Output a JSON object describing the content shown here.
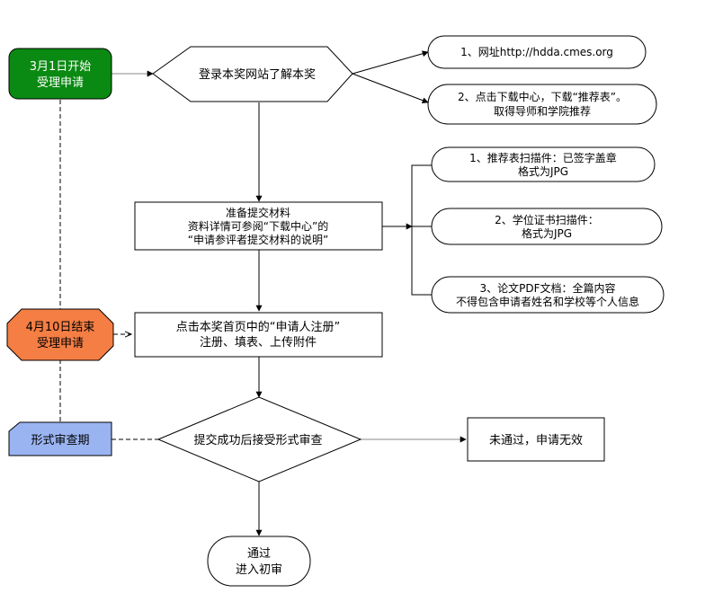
{
  "diagram": {
    "start_badge": {
      "lines": [
        "3月1日开始",
        "受理申请"
      ],
      "color": "#0a8a12"
    },
    "end_badge": {
      "lines": [
        "4月10日结束",
        "受理申请"
      ],
      "color": "#f47e44"
    },
    "review_badge": {
      "label": "形式审查期",
      "color": "#9ab4f2"
    },
    "step_login": "登录本奖网站了解本奖",
    "step_prepare": [
      "准备提交材料",
      "资料详情可参阅“下载中心”的",
      "“申请参评者提交材料的说明”"
    ],
    "step_register": [
      "点击本奖首页中的“申请人注册”",
      "注册、填表、上传附件"
    ],
    "step_check": "提交成功后接受形式审查",
    "result_fail": "未通过，申请无效",
    "result_pass": [
      "通过",
      "进入初审"
    ],
    "info_top": [
      {
        "lines": [
          "1、网址http://hdda.cmes.org"
        ]
      },
      {
        "lines": [
          "2、点击下载中心，下载“推荐表”。",
          "取得导师和学院推荐"
        ]
      }
    ],
    "materials": [
      {
        "lines": [
          "1、推荐表扫描件：已签字盖章",
          "格式为JPG"
        ]
      },
      {
        "lines": [
          "2、学位证书扫描件：",
          "格式为JPG"
        ]
      },
      {
        "lines": [
          "3、论文PDF文档：全篇内容",
          "不得包含申请者姓名和学校等个人信息"
        ]
      }
    ]
  }
}
